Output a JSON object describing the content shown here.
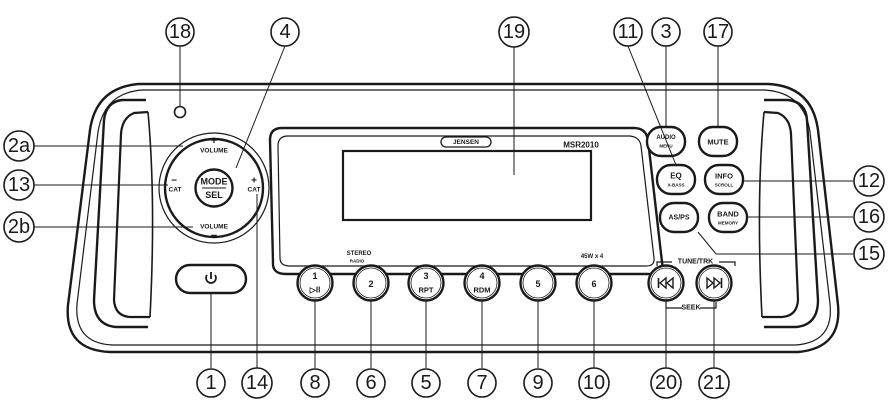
{
  "brand": "JENSEN",
  "model": "MSR2010",
  "power_rating": "45W x 4",
  "stereo_badge": {
    "line1": "STEREO",
    "line2": "RADIO"
  },
  "knob": {
    "mode_label": "MODE",
    "sel_label": "SEL",
    "volume_up_label": "VOLUME",
    "volume_up_sign": "+",
    "volume_down_label": "VOLUME",
    "volume_down_sign": "−",
    "cat_left_label": "CAT",
    "cat_left_sign": "−",
    "cat_right_label": "CAT",
    "cat_right_sign": "+"
  },
  "buttons": {
    "audio": {
      "line1": "AUDIO",
      "line2": "MENU"
    },
    "mute": "MUTE",
    "eq": {
      "line1": "EQ",
      "line2": "X-BASS"
    },
    "info": {
      "line1": "INFO",
      "line2": "SCROLL"
    },
    "as_ps": "AS/PS",
    "band": {
      "line1": "BAND",
      "line2": "MEMORY"
    },
    "preset1": {
      "number": "1",
      "sub": "▷II"
    },
    "preset2": {
      "number": "2"
    },
    "preset3": {
      "number": "3",
      "sub": "RPT"
    },
    "preset4": {
      "number": "4",
      "sub": "RDM"
    },
    "preset5": {
      "number": "5"
    },
    "preset6": {
      "number": "6"
    },
    "prev_icon": "prev-track-icon",
    "next_icon": "next-track-icon",
    "power_icon": "power-icon"
  },
  "tune_trk_label": "TUNE/TRK",
  "seek_label": "SEEK",
  "callouts": {
    "c18": "18",
    "c4": "4",
    "c19": "19",
    "c11": "11",
    "c3": "3",
    "c17": "17",
    "c2a": "2a",
    "c13": "13",
    "c2b": "2b",
    "c12": "12",
    "c16": "16",
    "c15": "15",
    "c1": "1",
    "c14": "14",
    "c8": "8",
    "c6": "6",
    "c5": "5",
    "c7": "7",
    "c9": "9",
    "c10": "10",
    "c20": "20",
    "c21": "21"
  }
}
